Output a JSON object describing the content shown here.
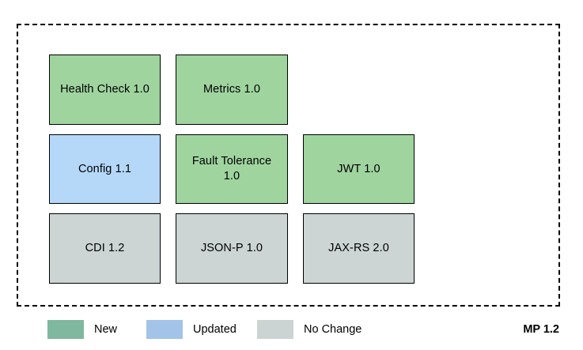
{
  "diagram": {
    "title_tag": "MP 1.2",
    "container": {
      "border_style": "dashed",
      "border_color": "#000000"
    },
    "palette": {
      "new": "#9fd49f",
      "updated": "#b5d8f8",
      "no_change": "#ccd4d4",
      "legend_new": "#7fb89f",
      "legend_updated": "#a3c4e8",
      "legend_no_change": "#ccd3d3",
      "border": "#000000",
      "text": "#000000"
    },
    "rows": [
      {
        "boxes": [
          {
            "label": "Health Check 1.0",
            "status": "new"
          },
          {
            "label": "Metrics 1.0",
            "status": "new"
          }
        ]
      },
      {
        "boxes": [
          {
            "label": "Config 1.1",
            "status": "updated"
          },
          {
            "label": "Fault Tolerance\n1.0",
            "status": "new"
          },
          {
            "label": "JWT 1.0",
            "status": "new"
          }
        ]
      },
      {
        "boxes": [
          {
            "label": "CDI 1.2",
            "status": "no_change"
          },
          {
            "label": "JSON-P 1.0",
            "status": "no_change"
          },
          {
            "label": "JAX-RS 2.0",
            "status": "no_change"
          }
        ]
      }
    ]
  },
  "legend": {
    "items": [
      {
        "label": "New",
        "color": "#7fb89f"
      },
      {
        "label": "Updated",
        "color": "#a3c4e8"
      },
      {
        "label": "No Change",
        "color": "#ccd3d3"
      }
    ]
  }
}
